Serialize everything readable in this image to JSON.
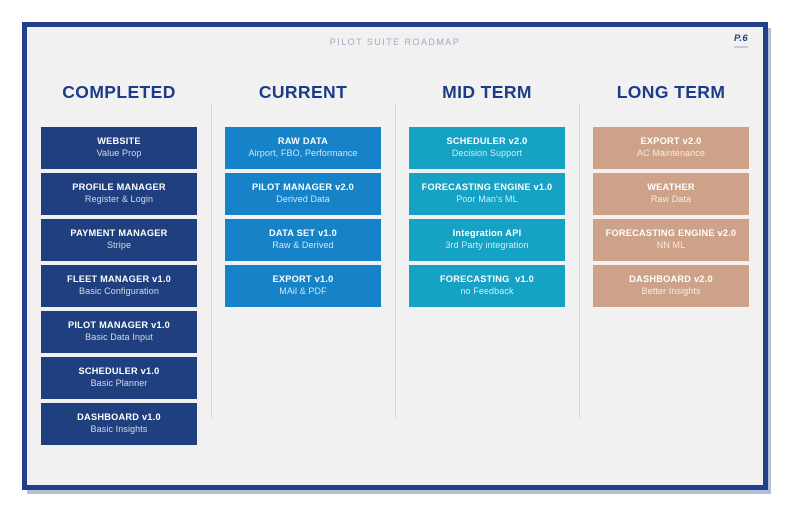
{
  "header": {
    "deck_title": "PILOT SUITE ROADMAP",
    "page_number": "P.6"
  },
  "theme": {
    "frame_border": "#23418a",
    "canvas_bg": "#f1f1f1",
    "heading_color": "#1d3c87",
    "divider_color": "#d8d8d8",
    "deck_title_color": "#a3a9c2"
  },
  "columns": [
    {
      "heading": "COMPLETED",
      "card_color": "#1f3f7f",
      "cards": [
        {
          "title": "WEBSITE",
          "subtitle": "Value Prop"
        },
        {
          "title": "PROFILE MANAGER",
          "subtitle": "Register & Login"
        },
        {
          "title": "PAYMENT MANAGER",
          "subtitle": "Stripe"
        },
        {
          "title": "FLEET MANAGER v1.0",
          "subtitle": "Basic Configuration"
        },
        {
          "title": "PILOT MANAGER v1.0",
          "subtitle": "Basic Data Input"
        },
        {
          "title": "SCHEDULER v1.0",
          "subtitle": "Basic Planner"
        },
        {
          "title": "DASHBOARD v1.0",
          "subtitle": "Basic Insights"
        }
      ]
    },
    {
      "heading": "CURRENT",
      "card_color": "#1683c8",
      "cards": [
        {
          "title": "RAW DATA",
          "subtitle": "Airport, FBO, Performance"
        },
        {
          "title": "PILOT MANAGER v2.0",
          "subtitle": "Derived Data"
        },
        {
          "title": "DATA SET v1.0",
          "subtitle": "Raw & Derived"
        },
        {
          "title": "EXPORT v1.0",
          "subtitle": "MAil & PDF"
        }
      ]
    },
    {
      "heading": "MID TERM",
      "card_color": "#15a2c4",
      "cards": [
        {
          "title": "SCHEDULER v2.0",
          "subtitle": "Decision Support"
        },
        {
          "title": "FORECASTING ENGINE v1.0",
          "subtitle": "Poor Man's ML"
        },
        {
          "title": "Integration API",
          "subtitle": "3rd Party integration"
        },
        {
          "title": "FORECASTING  v1.0",
          "subtitle": "no Feedback"
        }
      ]
    },
    {
      "heading": "LONG TERM",
      "card_color": "#cda288",
      "cards": [
        {
          "title": "EXPORT v2.0",
          "subtitle": "AC Maintenance"
        },
        {
          "title": "WEATHER",
          "subtitle": "Raw Data"
        },
        {
          "title": "FORECASTING ENGINE v2.0",
          "subtitle": "NN ML"
        },
        {
          "title": "DASHBOARD v2.0",
          "subtitle": "Better Insights"
        }
      ]
    }
  ]
}
